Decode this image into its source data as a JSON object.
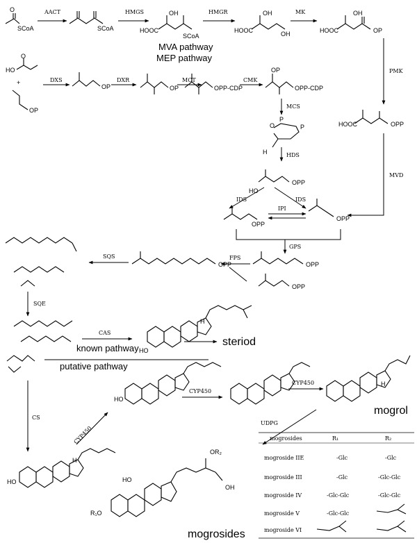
{
  "enzymes": {
    "aact": "AACT",
    "hmgs": "HMGS",
    "hmgr": "HMGR",
    "mk": "MK",
    "pmk": "PMK",
    "mvd": "MVD",
    "dxs": "DXS",
    "dxr": "DXR",
    "mct": "MCT",
    "cmk": "CMK",
    "mcs": "MCS",
    "hds": "HDS",
    "ids_left": "IDS",
    "ids_right": "IDS",
    "ipi": "IPI",
    "gps": "GPS",
    "fps": "FPS",
    "sqs": "SQS",
    "sqe": "SQE",
    "cas": "CAS",
    "cs": "CS",
    "cyp450_1": "CYP450",
    "cyp450_2": "CYP450",
    "cyp450_3": "CYP450",
    "udpg": "UDPG"
  },
  "pathways": {
    "mva": "MVA pathway",
    "mep": "MEP pathway"
  },
  "labels": {
    "scoa_1": "SCoA",
    "scoa_2": "SCoA",
    "scoa_3": "SCoA",
    "hooc_1": "HOOC",
    "hooc_2": "HOOC",
    "hooc_3": "HOOC",
    "hooc_4": "HOOC",
    "oh_1": "OH",
    "oh_2": "OH",
    "oh_3": "OH",
    "oh_4": "OH",
    "op_1": "OP",
    "op_2": "OP",
    "op_3": "OP",
    "op_4": "OP",
    "op_5": "OP",
    "opp_1": "OPP",
    "opp_2": "OPP",
    "opp_3": "OPP",
    "opp_4": "OPP",
    "opp_5": "OPP",
    "opp_6": "OPP",
    "opp_7": "OPP",
    "opp_8": "OPP",
    "opp_9": "OPP",
    "oppcdp_1": "OPP-CDP",
    "oppcdp_2": "OPP-CDP",
    "plus": "+",
    "ho_1": "HO",
    "ho_2": "HO",
    "ho_3": "HO",
    "ho_4": "HO",
    "ho_5": "HO",
    "r1o": "R₁O",
    "or2": "OR₂",
    "h_1": "H",
    "h_2": "H",
    "h_3": "H",
    "h_4": "H",
    "p_1": "P",
    "p_2": "P",
    "o_1": "O",
    "o_2": "O"
  },
  "products": {
    "steriod": "steriod",
    "mogrol": "mogrol",
    "mogrosides": "mogrosides"
  },
  "divider": {
    "known": "known pathway",
    "putative": "putative pathway"
  },
  "table": {
    "headers": [
      "mogrosides",
      "R₁",
      "R₂"
    ],
    "rows": [
      [
        "mogroside IIE",
        "-Glc",
        "-Glc"
      ],
      [
        "mogroside III",
        "-Glc",
        "-Glc-Glc"
      ],
      [
        "mogroside IV",
        "-Glc-Glc",
        "-Glc-Glc"
      ],
      [
        "mogroside V",
        "-Glc-Glc",
        "Glc–Glc branched"
      ],
      [
        "mogroside VI",
        "Glc–Glc branched",
        "Glc–Glc branched"
      ]
    ]
  }
}
